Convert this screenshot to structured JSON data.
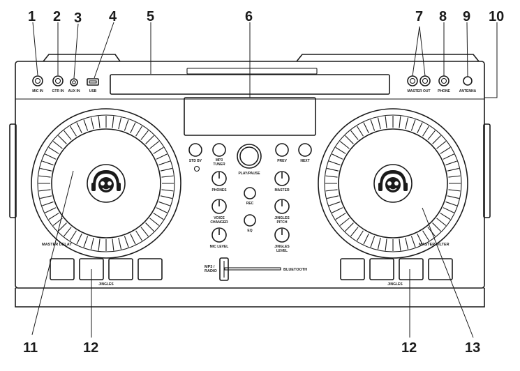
{
  "callouts": [
    "1",
    "2",
    "3",
    "4",
    "5",
    "6",
    "7",
    "8",
    "9",
    "10",
    "11",
    "12",
    "13"
  ],
  "ports": {
    "mic_in": "MIC IN",
    "gtr_in": "GTR IN",
    "aux_in": "AUX IN",
    "usb": "USB",
    "master_out": "MASTER OUT",
    "phone": "PHONE",
    "antenna": "ANTENNA"
  },
  "buttons": {
    "stdby": "STD BY",
    "mp3_tuner_1": "MP3",
    "mp3_tuner_2": "TUNER",
    "play_pause": "PLAY/PAUSE",
    "prev": "PREV",
    "next": "NEXT",
    "rec": "REC",
    "eq": "EQ"
  },
  "knobs": {
    "phones": "PHONES",
    "master": "MASTER",
    "voice_1": "VOICE",
    "voice_2": "CHANGER",
    "jingles_pitch_1": "JINGLES",
    "jingles_pitch_2": "PITCH",
    "mic_level": "MIC LEVEL",
    "jingles_level_1": "JINGLES",
    "jingles_level_2": "LEVEL"
  },
  "wheels": {
    "left_label": "MASTER DELAY",
    "right_label": "MASTER FILTER"
  },
  "crossfader": {
    "left_1": "MP3 /",
    "left_2": "RADIO",
    "right": "BLUETOOTH"
  },
  "pads": {
    "left_label": "JINGLES",
    "right_label": "JINGLES"
  }
}
